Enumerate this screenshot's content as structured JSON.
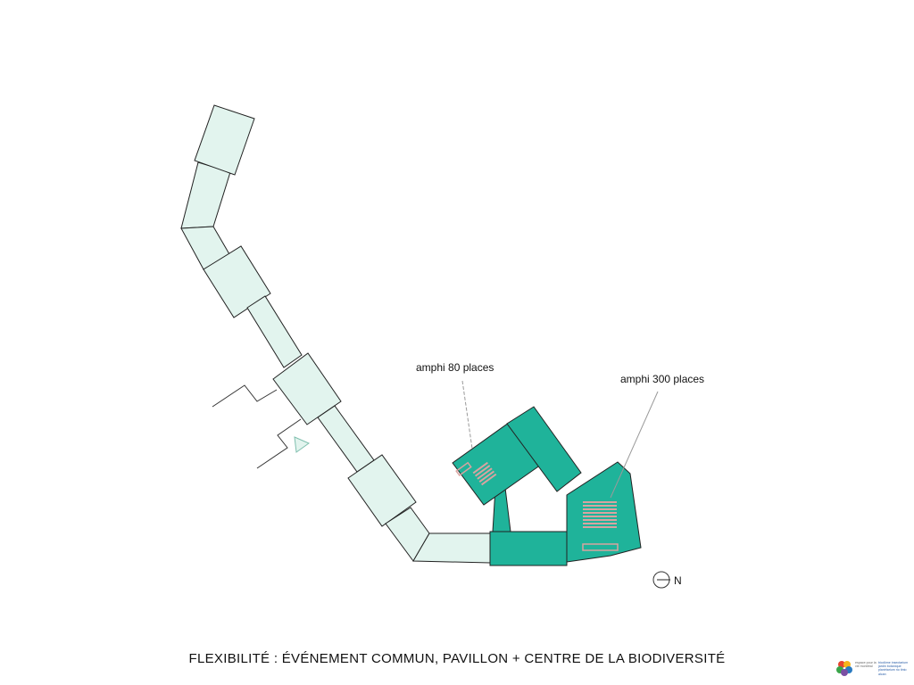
{
  "labels": {
    "amphi_80": "amphi 80 places",
    "amphi_300": "amphi 300 places",
    "north": "N"
  },
  "caption": "FLEXIBILITÉ : ÉVÉNEMENT COMMUN, PAVILLON + CENTRE DE LA BIODIVERSITÉ",
  "logo": {
    "left_text": "espace pour la vie montréal",
    "right_text": "biodôme insectarium jardin botanique planétarium rio tinto alcan"
  },
  "colors": {
    "existing_building": "#e2f4ee",
    "event_spaces": "#1fb39a",
    "seating": "#d9a3a0"
  }
}
